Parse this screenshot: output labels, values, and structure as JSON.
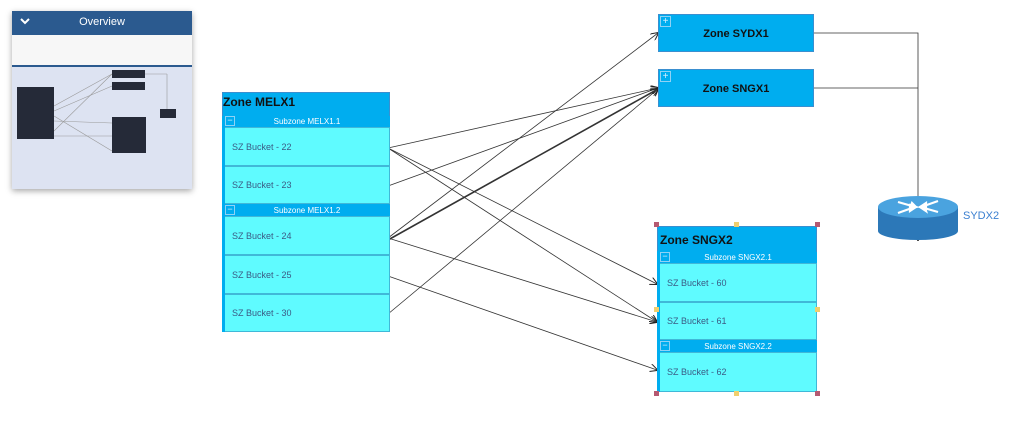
{
  "overview": {
    "title": "Overview",
    "chevron": "chevron-down-icon"
  },
  "zones": {
    "melx1": {
      "title": "Zone MELX1",
      "subzones": [
        {
          "label": "Subzone MELX1.1",
          "buckets": [
            "SZ Bucket - 22",
            "SZ Bucket - 23"
          ]
        },
        {
          "label": "Subzone MELX1.2",
          "buckets": [
            "SZ Bucket - 24",
            "SZ Bucket - 25",
            "SZ Bucket - 30"
          ]
        }
      ]
    },
    "sydx1": {
      "title": "Zone SYDX1"
    },
    "sngx1": {
      "title": "Zone SNGX1"
    },
    "sngx2": {
      "title": "Zone SNGX2",
      "subzones": [
        {
          "label": "Subzone SNGX2.1",
          "buckets": [
            "SZ Bucket - 60",
            "SZ Bucket - 61"
          ]
        },
        {
          "label": "Subzone SNGX2.2",
          "buckets": [
            "SZ Bucket - 62"
          ]
        }
      ]
    }
  },
  "router": {
    "label": "SYDX2",
    "icon": "router-icon"
  },
  "icons": {
    "expand": "+",
    "collapse": "−",
    "chevron": "⌄"
  }
}
